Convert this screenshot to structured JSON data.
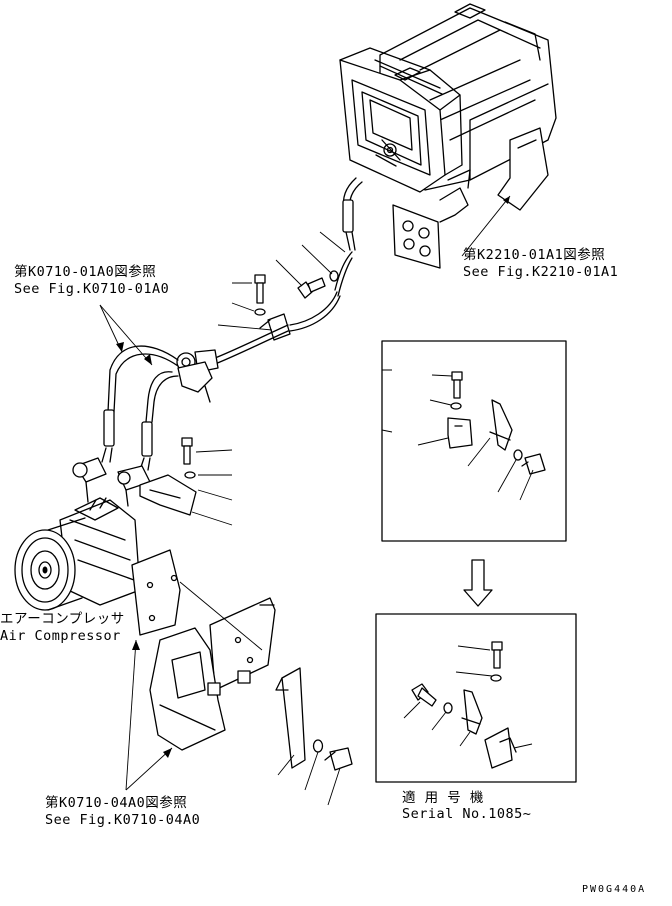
{
  "references": {
    "k0710_01a0_jp": "第K0710-01A0図参照",
    "k0710_01a0_en": "See Fig.K0710-01A0",
    "k2210_01a1_jp": "第K2210-01A1図参照",
    "k2210_01a1_en": "See Fig.K2210-01A1",
    "k0710_04a0_jp": "第K0710-04A0図参照",
    "k0710_04a0_en": "See Fig.K0710-04A0"
  },
  "compressor": {
    "label_jp": "エアーコンプレッサ",
    "label_en": "Air Compressor"
  },
  "serial": {
    "label_jp": "適 用 号 機",
    "label_en": "Serial No.1085~"
  },
  "drawing_code": "PW0G440A"
}
